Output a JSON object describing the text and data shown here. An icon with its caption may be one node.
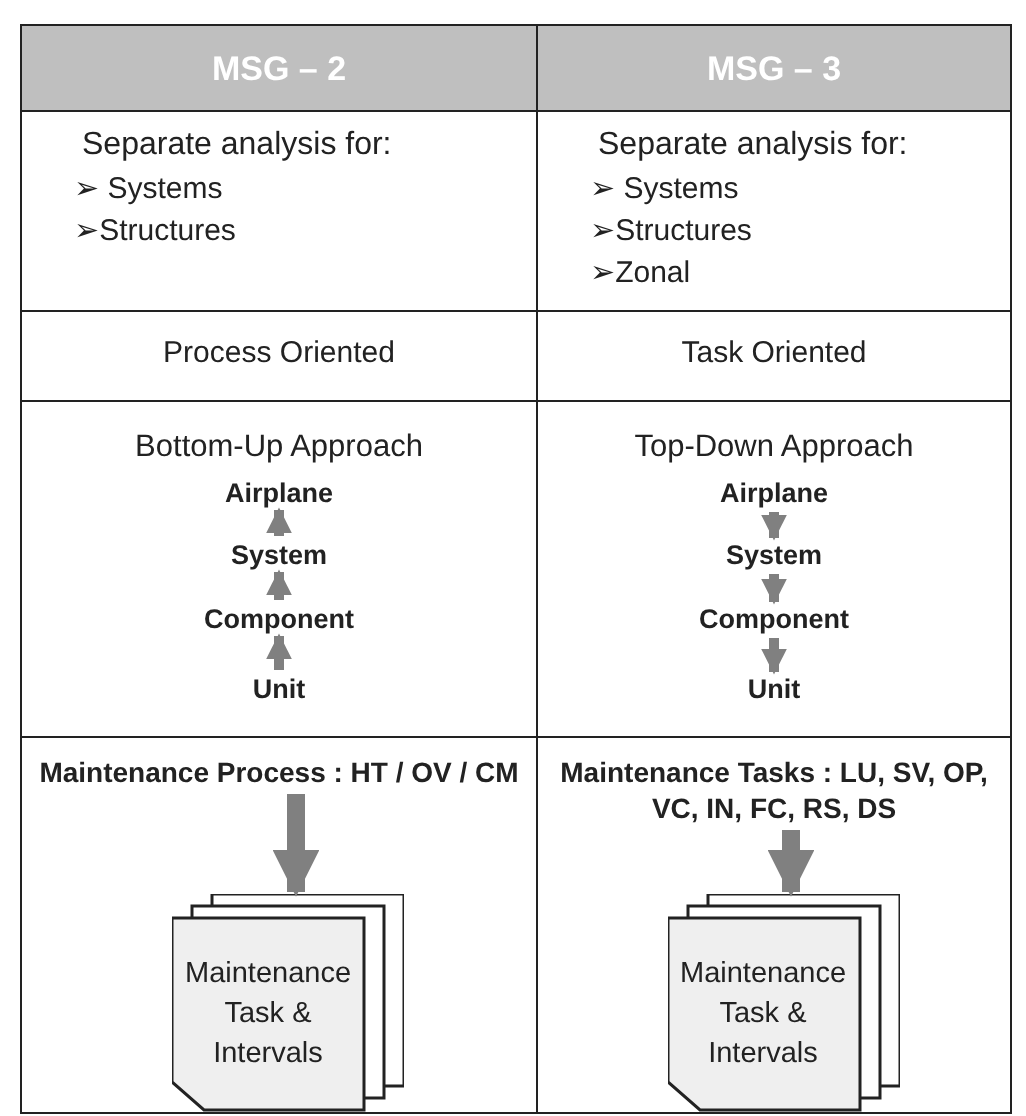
{
  "diagram": {
    "nodes": [
      {
        "text": [
          "MSG – 2"
        ]
      },
      {
        "text": [
          "MSG – 3"
        ]
      },
      {
        "text": [
          "Separate analysis for:",
          "➢ Systems",
          "➢Structures"
        ]
      },
      {
        "text": [
          "Separate analysis for:",
          "➢ Systems",
          "➢Structures",
          "➢Zonal"
        ]
      },
      {
        "text": [
          "Process Oriented"
        ]
      },
      {
        "text": [
          "Task Oriented"
        ]
      },
      {
        "text": [
          "Bottom-Up Approach"
        ]
      },
      {
        "text": [
          "Airplane"
        ],
        "in": 6
      },
      {
        "text": [
          "System"
        ],
        "in": 6
      },
      {
        "text": [
          "Component"
        ],
        "in": 6
      },
      {
        "text": [
          "Unit"
        ],
        "in": 6
      },
      {
        "text": [
          "Top-Down Approach"
        ]
      },
      {
        "text": [
          "Airplane"
        ],
        "in": 11
      },
      {
        "text": [
          "System"
        ],
        "in": 11
      },
      {
        "text": [
          "Component"
        ],
        "in": 11
      },
      {
        "text": [
          "Unit"
        ],
        "in": 11
      },
      {
        "text": [],
        "shape": "box"
      },
      {
        "text": [
          "Maintenance Process : HT / OV / CM"
        ],
        "in": 16
      },
      {
        "text": [
          "Maintenance Task & Intervals"
        ],
        "in": 16
      },
      {
        "text": [],
        "shape": "box"
      },
      {
        "text": [
          "Maintenance Tasks : LU, SV, OP, VC, IN, FC, RS, DS"
        ],
        "in": 19
      },
      {
        "text": [
          "Maintenance Task & Intervals"
        ],
        "in": 19
      }
    ],
    "edges": [
      {
        "from": 10,
        "to": 9,
        "arrow": "to"
      },
      {
        "from": 9,
        "to": 8,
        "arrow": "to"
      },
      {
        "from": 8,
        "to": 7,
        "arrow": "to"
      },
      {
        "from": 12,
        "to": 13,
        "arrow": "to"
      },
      {
        "from": 13,
        "to": 14,
        "arrow": "to"
      },
      {
        "from": 14,
        "to": 15,
        "arrow": "to"
      },
      {
        "from": 17,
        "to": 18,
        "arrow": "to",
        "style": "thick"
      },
      {
        "from": 20,
        "to": 21,
        "arrow": "to",
        "style": "thick"
      }
    ]
  }
}
